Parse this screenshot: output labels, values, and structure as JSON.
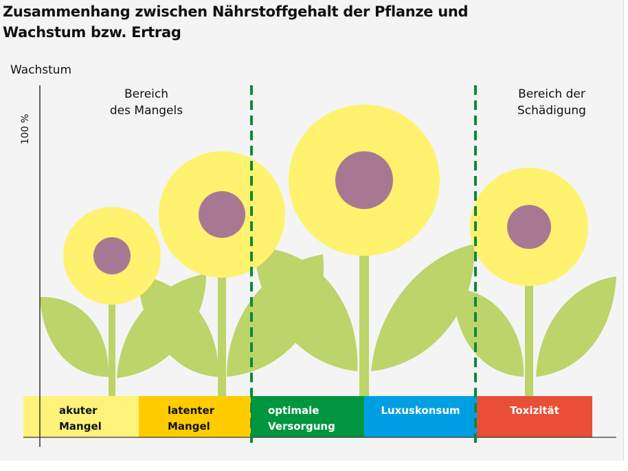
{
  "title": {
    "line1": "Zusammenhang zwischen Nährstoffgehalt der Pflanze und",
    "line2": "Wachstum bzw. Ertrag"
  },
  "axis": {
    "y_label": "Wachstum",
    "y_tick": "100 %"
  },
  "regions": {
    "deficiency": {
      "line1": "Bereich",
      "line2": "des Mangels"
    },
    "damage": {
      "line1": "Bereich der",
      "line2": "Schädigung"
    }
  },
  "bands": [
    {
      "line1": "akuter",
      "line2": "Mangel",
      "color": "#fff27a",
      "text_color": "#111111"
    },
    {
      "line1": "latenter",
      "line2": "Mangel",
      "color": "#ffcc00",
      "text_color": "#111111"
    },
    {
      "line1": "optimale",
      "line2": "Versorgung",
      "color": "#009640",
      "text_color": "#ffffff"
    },
    {
      "line1": "Luxuskonsum",
      "line2": "",
      "color": "#009fe3",
      "text_color": "#ffffff"
    },
    {
      "line1": "Toxizität",
      "line2": "",
      "color": "#e94e36",
      "text_color": "#ffffff"
    }
  ],
  "colors": {
    "petal": "#fff26e",
    "disk": "#a87893",
    "leaf": "#bcd46a",
    "divider": "#0a8a3a"
  }
}
